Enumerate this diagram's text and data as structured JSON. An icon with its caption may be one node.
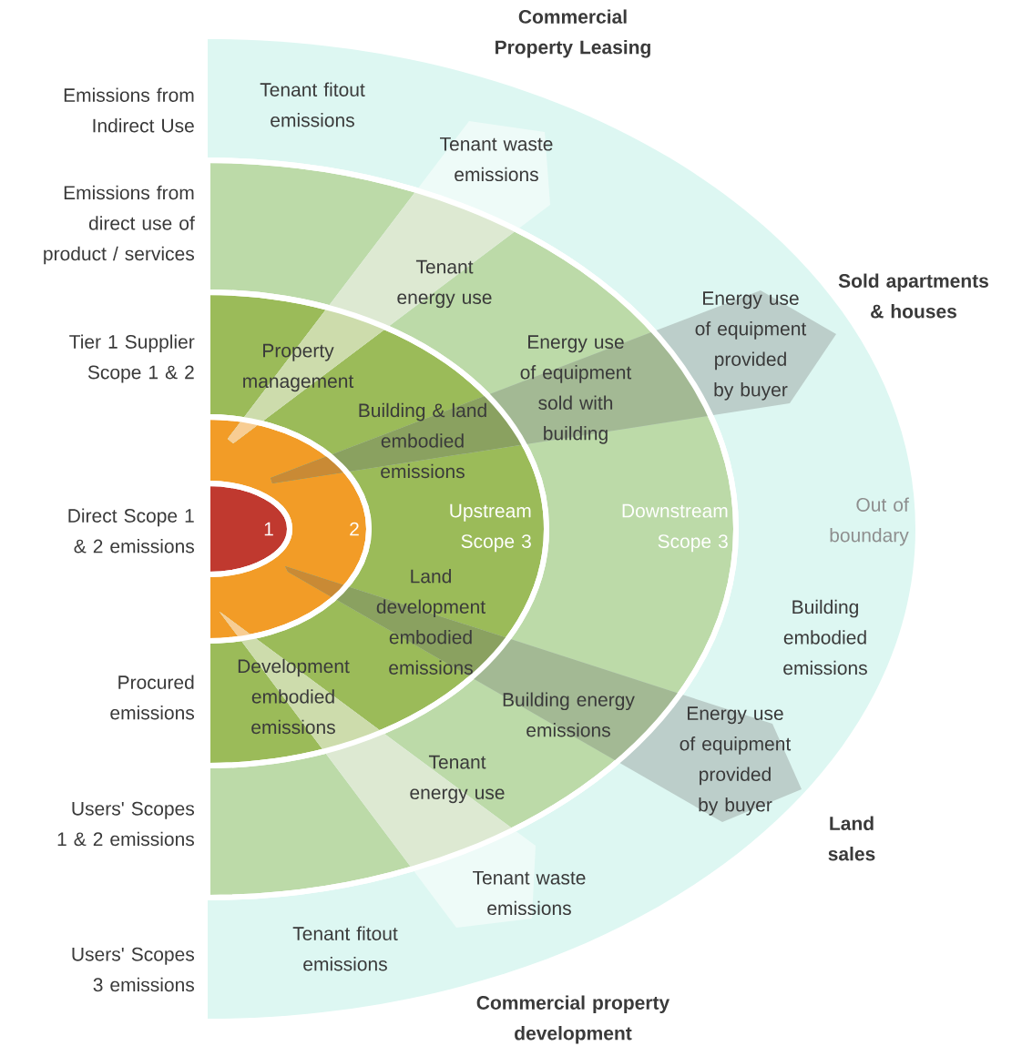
{
  "diagram": {
    "nodes": [
      {
        "text": [
          "Out of boundary"
        ]
      },
      {
        "text": [
          "Downstream Scope 3"
        ],
        "in": 0
      },
      {
        "text": [
          "Upstream Scope 3"
        ],
        "in": 1
      },
      {
        "text": [
          "2"
        ],
        "in": 2
      },
      {
        "text": [
          "1"
        ],
        "in": 3
      }
    ],
    "labels": [
      "Commercial Property Leasing",
      "Emissions from Indirect Use",
      "Tenant fitout emissions",
      "Tenant waste emissions",
      "Emissions from direct use of product / services",
      "Tenant energy use",
      "Sold apartments & houses",
      "Energy use of equipment provided by buyer",
      "Tier 1 Supplier Scope 1 & 2",
      "Property management",
      "Energy use of equipment sold with building",
      "Building & land embodied emissions",
      "Direct Scope 1 & 2 emissions",
      "Land development embodied emissions",
      "Building embodied emissions",
      "Procured emissions",
      "Development embodied emissions",
      "Building energy emissions",
      "Energy use of equipment provided by buyer",
      "Tenant energy use",
      "Users' Scopes 1 & 2 emissions",
      "Land sales",
      "Tenant waste emissions",
      "Tenant fitout emissions",
      "Users' Scopes 3 emissions",
      "Commercial property development"
    ]
  }
}
